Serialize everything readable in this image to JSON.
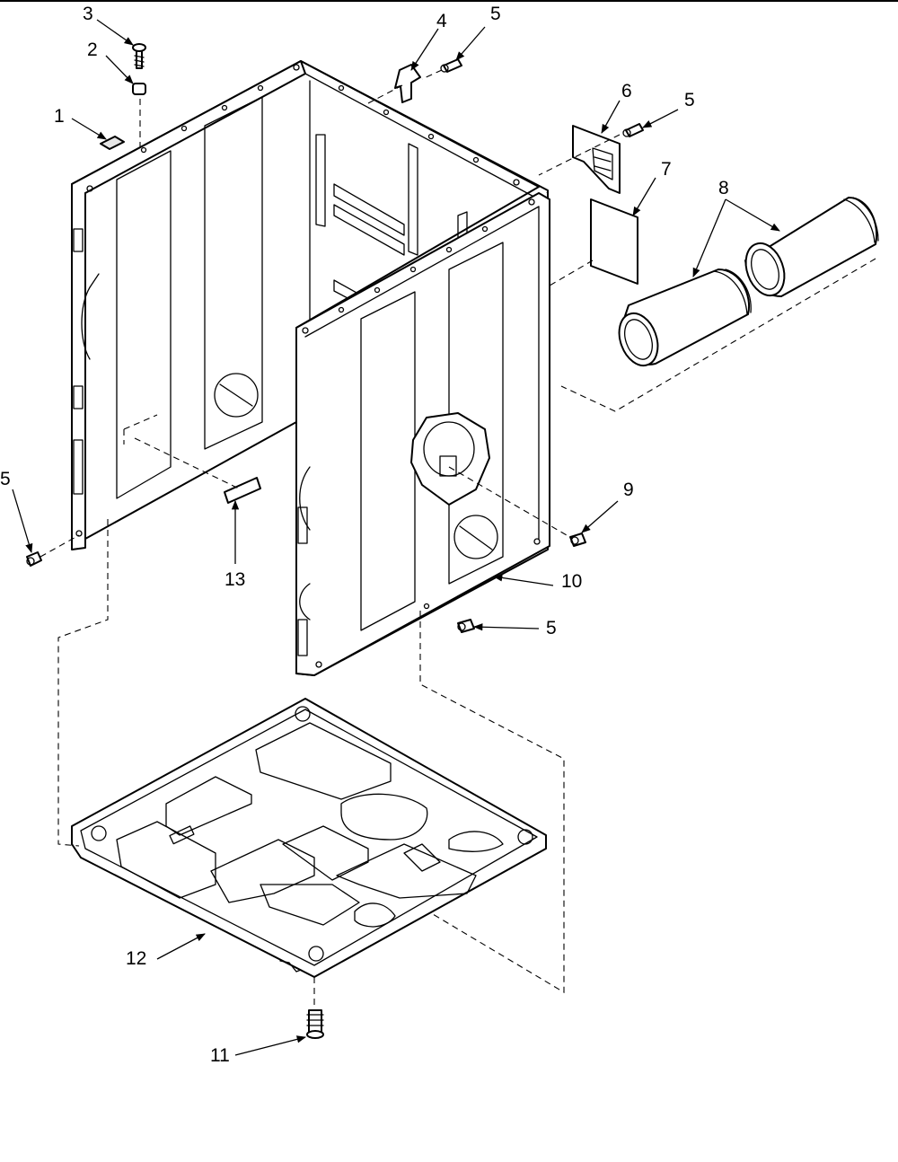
{
  "callouts": {
    "c1": "1",
    "c2": "2",
    "c3": "3",
    "c4": "4",
    "c5_top": "5",
    "c6": "6",
    "c5_right": "5",
    "c7": "7",
    "c8": "8",
    "c5_left": "5",
    "c9": "9",
    "c13": "13",
    "c10": "10",
    "c5_bottom": "5",
    "c12": "12",
    "c11": "11"
  }
}
